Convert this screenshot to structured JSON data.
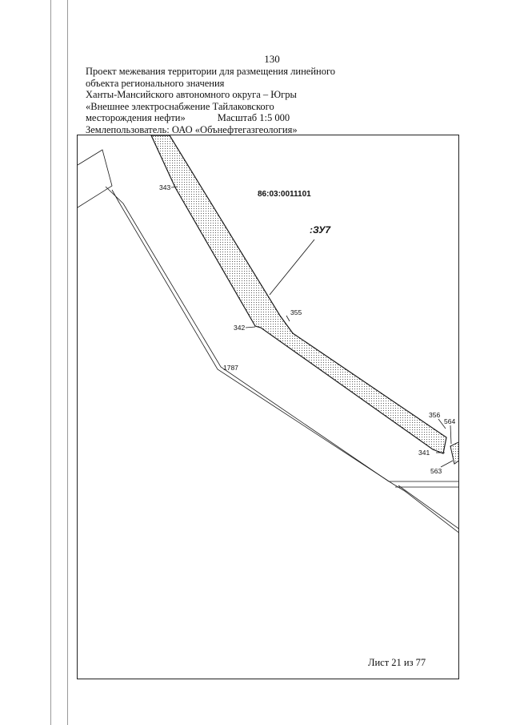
{
  "page_number": "130",
  "header": {
    "lines": [
      "Проект межевания территории для размещения линейного",
      "объекта регионального значения",
      "Ханты-Мансийского автономного округа – Югры",
      "«Внешнее электроснабжение Тайлаковского"
    ],
    "line5_text": "месторождения нефти»",
    "scale": "Масштаб 1:5 000",
    "landowner": "Землепользователь: ОАО «Обънефтегазгеология»"
  },
  "map": {
    "cadastral_number": "86:03:0011101",
    "plot_label": ":ЗУ7",
    "points": {
      "p343": "343",
      "p342": "342",
      "p355": "355",
      "p356": "356",
      "p564": "564",
      "p341": "341",
      "p563": "563",
      "p1787": "1787"
    },
    "colors": {
      "line": "#1a1a1a",
      "hatch_dot": "#333333"
    }
  },
  "footer": {
    "sheet": "Лист 21 из 77"
  }
}
